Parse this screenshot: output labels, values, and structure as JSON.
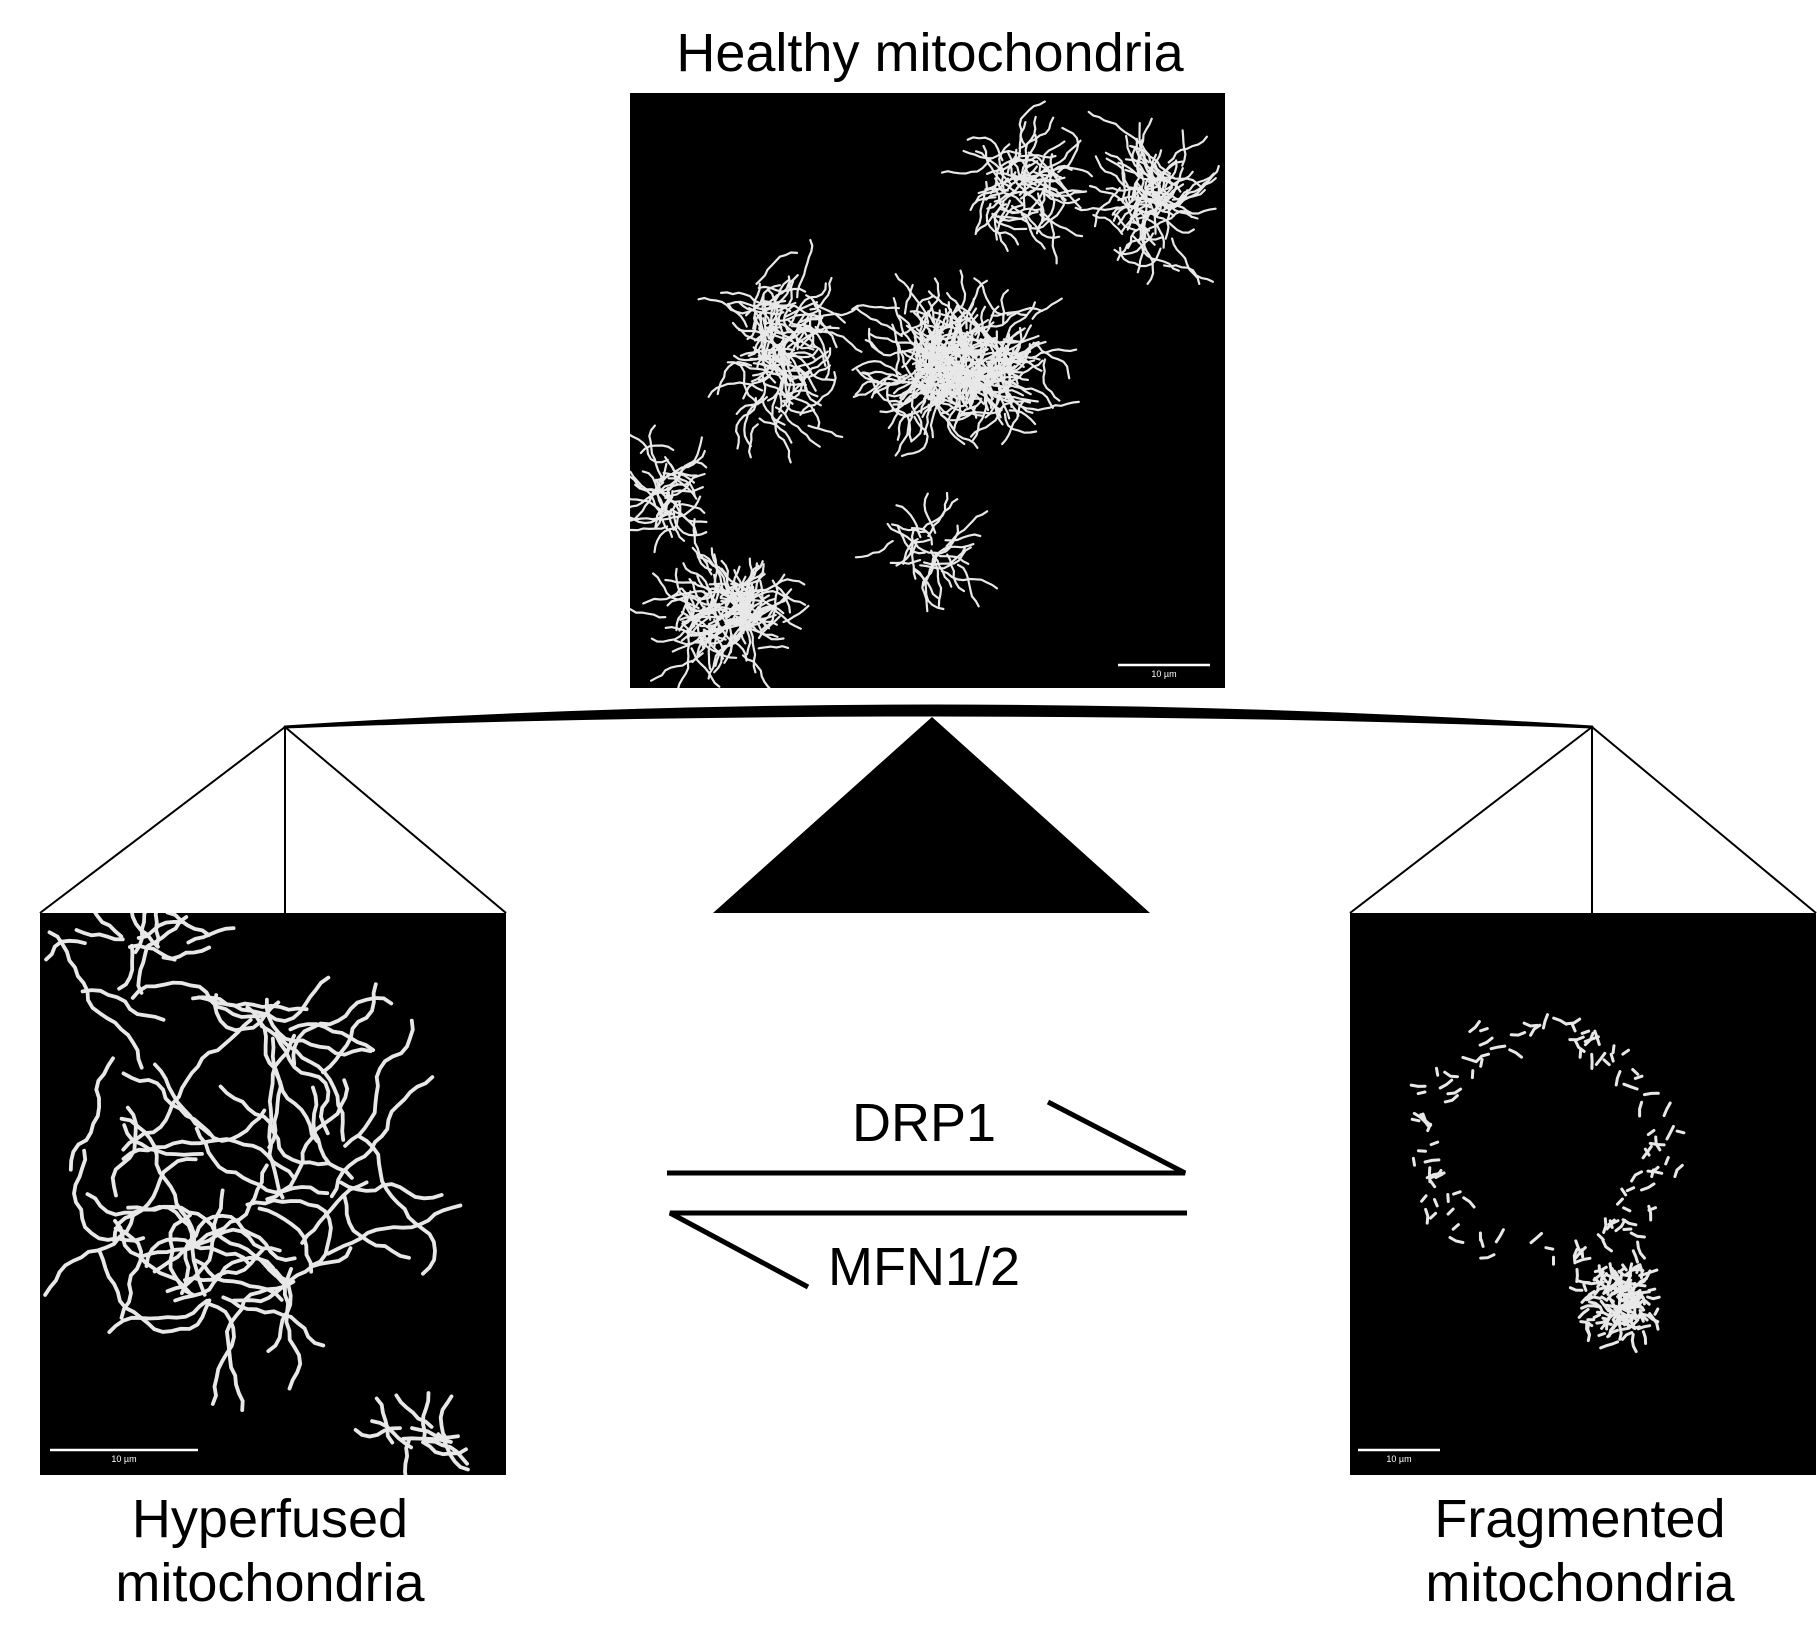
{
  "top_panel": {
    "caption": "Healthy mitochondria",
    "scale_bar_label": "10 µm"
  },
  "left_panel": {
    "caption_line1": "Hyperfused",
    "caption_line2": "mitochondria",
    "scale_bar_label": "10 µm"
  },
  "right_panel": {
    "caption_line1": "Fragmented",
    "caption_line2": "mitochondria",
    "scale_bar_label": "10 µm"
  },
  "equilibrium": {
    "forward_label": "DRP1",
    "reverse_label": "MFN1/2"
  },
  "colors": {
    "background": "#ffffff",
    "ink": "#000000",
    "micrograph_bg": "#000000",
    "mitochondria": "#e8e8e8"
  }
}
